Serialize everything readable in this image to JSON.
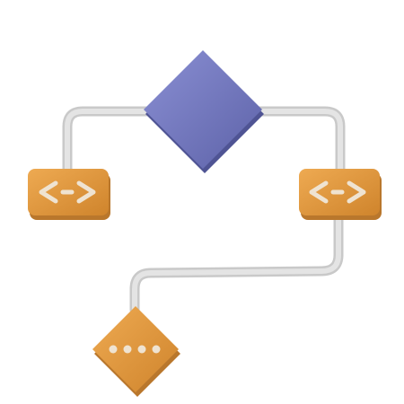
{
  "diagram": {
    "type": "flowchart-illustration",
    "nodes": [
      {
        "id": "decision-top",
        "shape": "diamond",
        "color": "#7479bf"
      },
      {
        "id": "code-block-left",
        "shape": "rounded-rect",
        "color": "#e49b3d",
        "icon": "code-brackets-icon"
      },
      {
        "id": "code-block-right",
        "shape": "rounded-rect",
        "color": "#e49b3d",
        "icon": "code-brackets-icon"
      },
      {
        "id": "decision-bottom",
        "shape": "diamond",
        "color": "#e49b3d",
        "icon": "ellipsis-dots-icon"
      }
    ],
    "connectors": [
      {
        "from": "decision-top",
        "to": "code-block-left"
      },
      {
        "from": "decision-top",
        "to": "code-block-right"
      },
      {
        "from": "code-block-right",
        "to": "decision-bottom"
      }
    ],
    "colors": {
      "connector": "#d9d9d9",
      "orange_node": "#e49b3d",
      "purple_node": "#7479bf",
      "icon_glyph": "#efe3d1"
    }
  }
}
